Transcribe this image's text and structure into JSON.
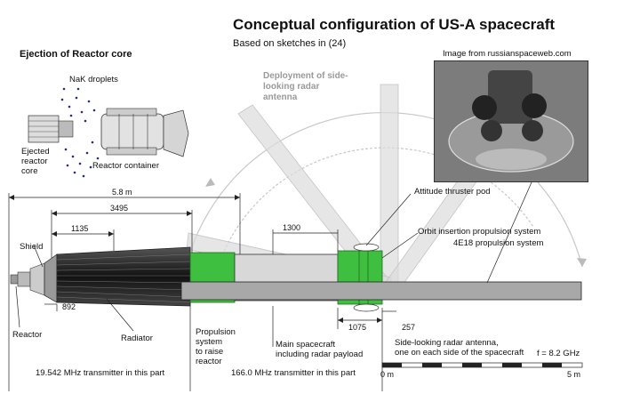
{
  "header": {
    "title": "Conceptual configuration of US-A spacecraft",
    "subtitle": "Based on sketches in (24)"
  },
  "ejection": {
    "title": "Ejection of Reactor core",
    "nak": "NaK droplets",
    "core": "Ejected\nreactor\ncore",
    "container": "Reactor container"
  },
  "photo": {
    "caption": "Image from russianspaceweb.com"
  },
  "radar_deploy": {
    "label": "Deployment of side-\nlooking radar\nantenna"
  },
  "callouts": {
    "attitude": "Attitude thruster pod",
    "orbit": "Orbit insertion propulsion system",
    "engine": "4E18 propulsion system",
    "shield": "Shield",
    "reactor": "Reactor",
    "radiator": "Radiator",
    "propulsion": "Propulsion\nsystem\nto raise\nreactor",
    "main_sc": "Main spacecraft\nincluding radar payload",
    "antenna": "Side-looking radar antenna,\none on each side of the spacecraft",
    "freq": "f = 8.2 GHz",
    "tx1": "19.542 MHz transmitter in this part",
    "tx2": "166.0 MHz transmitter in this part"
  },
  "dimensions": {
    "overall": "5.8 m",
    "d3495": "3495",
    "d1135": "1135",
    "d1300": "1300",
    "d892": "892",
    "d1075": "1075",
    "d257": "257"
  },
  "scale": {
    "start": "0 m",
    "end": "5 m"
  }
}
